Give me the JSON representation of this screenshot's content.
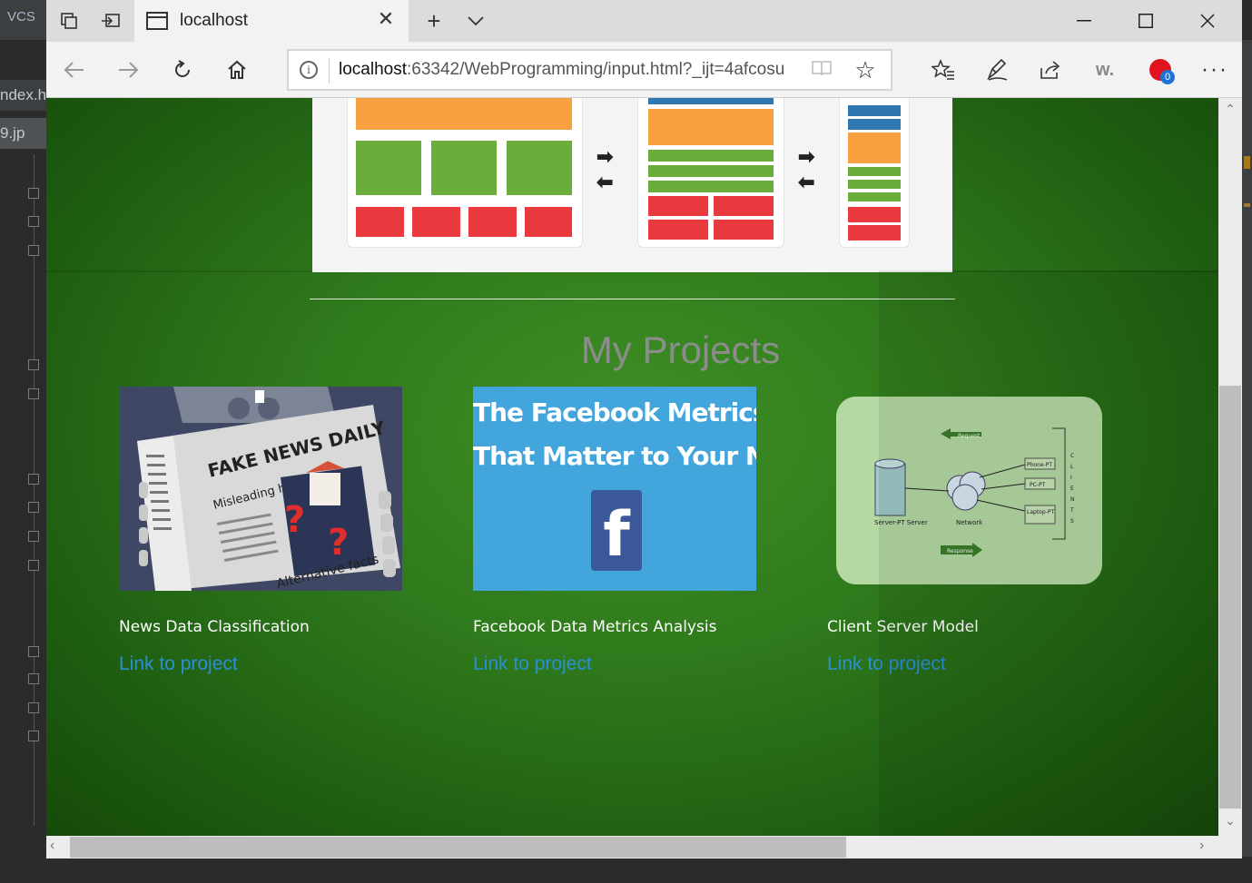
{
  "ide": {
    "menu_label": "VCS",
    "open_tabs": [
      "ndex.h",
      "9.jp"
    ]
  },
  "browser": {
    "tab": {
      "title": "localhost"
    },
    "address": {
      "host": "localhost",
      "path": ":63342/WebProgramming/input.html?_ijt=4afcosu"
    },
    "extension_badge_count": "0",
    "icons": {
      "back": "arrow-left-icon",
      "forward": "arrow-right-icon",
      "refresh": "refresh-icon",
      "home": "home-icon",
      "favorites": "favorites-icon",
      "notes": "pen-icon",
      "share": "share-icon"
    },
    "extension_w_label": "w."
  },
  "page": {
    "section_title": "My Projects",
    "projects": [
      {
        "title": "News Data Classification",
        "link_label": "Link to project",
        "image_text": {
          "headline": "FAKE NEWS DAILY",
          "subhead": "Misleading headline",
          "caption": "Alternative facts"
        }
      },
      {
        "title": "Facebook Data Metrics Analysis",
        "link_label": "Link to project",
        "image_text": {
          "line1": "The Facebook Metrics",
          "line2": "That Matter to Your Nonprofit",
          "logo": "f"
        }
      },
      {
        "title": "Client Server Model",
        "link_label": "Link to project",
        "image_text": {
          "request": "Request",
          "response": "Response",
          "network": "Network",
          "server": "Server-PT Server",
          "clients": "CLIENTS",
          "phone": "Phone-PT",
          "pc": "PC-PT",
          "laptop": "Laptop-PT"
        }
      }
    ]
  },
  "colors": {
    "link": "#2a8fd8",
    "title_gray": "#8c8c8c",
    "bg_green": "#2f7a1c",
    "fb_blue": "#42a5dc",
    "diagram_green": "#b5d9a3"
  }
}
